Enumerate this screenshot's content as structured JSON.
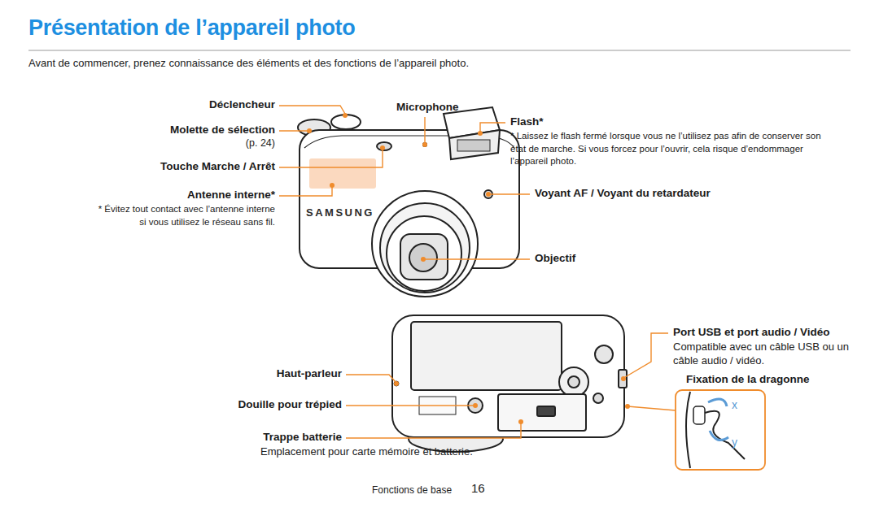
{
  "diagram": {
    "title": "Présentation de l’appareil photo",
    "labels": [
      "Avant de commencer, prenez connaissance des éléments et des fonctions de l’appareil photo.",
      "Déclencheur",
      "Molette de sélection",
      "(p. 24)",
      "Touche Marche / Arrêt",
      "Antenne interne*",
      "* Évitez tout contact avec l’antenne interne si vous utilisez le réseau sans fil.",
      "Microphone",
      "Flash*",
      "* Laissez le flash fermé lorsque vous ne l’utilisez pas afin de conserver son état de marche. Si vous forcez pour l’ouvrir, cela risque d’endommager l’appareil photo.",
      "Voyant AF / Voyant du retardateur",
      "Objectif",
      "SAMSUNG",
      "Port USB et port audio / Vidéo",
      "Compatible avec un câble USB ou un câble audio / vidéo.",
      "Haut-parleur",
      "Fixation de la dragonne",
      "x",
      "y",
      "Douille pour trépied",
      "Trappe batterie",
      "Emplacement pour carte mémoire et batterie.",
      "Fonctions de base",
      "16"
    ]
  }
}
